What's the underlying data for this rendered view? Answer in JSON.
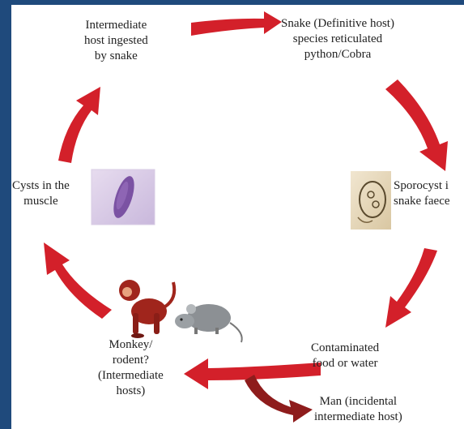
{
  "diagram": {
    "nodes": {
      "intermediate_ingested": {
        "lines": [
          "Intermediate",
          "host ingested",
          "by snake"
        ]
      },
      "snake": {
        "lines": [
          "Snake (Definitive host)",
          "species reticulated",
          "python/Cobra"
        ]
      },
      "sporocyst": {
        "lines": [
          "Sporocyst i",
          "snake faece"
        ]
      },
      "contaminated": {
        "lines": [
          "Contaminated",
          "food or water"
        ]
      },
      "man": {
        "lines": [
          "Man (incidental",
          "intermediate host)"
        ]
      },
      "monkey": {
        "lines": [
          "Monkey/",
          "rodent?",
          "(Intermediate",
          "hosts)"
        ]
      },
      "cysts": {
        "lines": [
          "Cysts in the",
          "muscle"
        ]
      }
    },
    "colors": {
      "background": "#1f4a7c",
      "panel": "#ffffff",
      "arrow": "#d3202a",
      "arrow_dark": "#8e1c1c",
      "text": "#222222"
    },
    "icons": [
      "muscle-cyst-micrograph-icon",
      "sporocyst-micrograph-icon",
      "monkey-icon",
      "rodent-icon"
    ]
  }
}
